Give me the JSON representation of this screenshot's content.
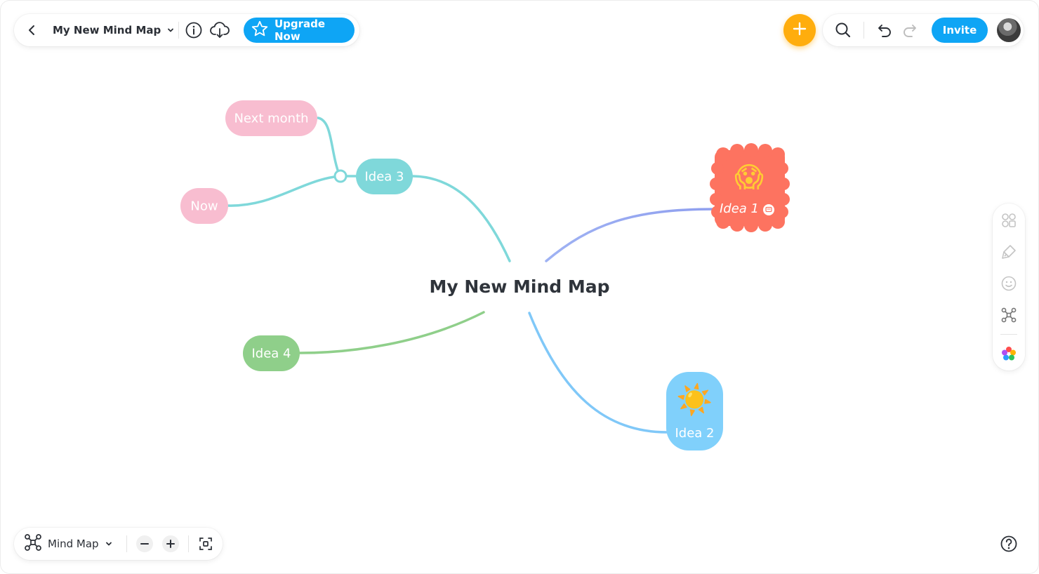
{
  "header": {
    "title": "My New Mind Map",
    "upgrade_label": "Upgrade Now",
    "invite_label": "Invite"
  },
  "colors": {
    "accent": "#0ea5f5",
    "add_button": "#ffad0d",
    "branch_teal": "#7fd8da",
    "branch_blue": "#80c8f8",
    "branch_green": "#8fcf8a",
    "branch_purple": "#9aa5f0",
    "node_pink": "#f8bdd0",
    "node_coral": "#fd7360"
  },
  "mindmap": {
    "central": "My New Mind Map",
    "nodes": {
      "idea1": {
        "label": "Idea 1",
        "emoji": "😱"
      },
      "idea2": {
        "label": "Idea 2",
        "emoji": "☀️"
      },
      "idea3": {
        "label": "Idea 3"
      },
      "idea4": {
        "label": "Idea 4"
      },
      "next_month": {
        "label": "Next month"
      },
      "now": {
        "label": "Now"
      }
    }
  },
  "toolbar": {
    "icons": [
      "back-icon",
      "info-icon",
      "cloud-download-icon",
      "star-icon",
      "plus-icon",
      "search-icon",
      "undo-icon",
      "redo-icon"
    ]
  },
  "side_toolbar": {
    "icons": [
      "layout-icon",
      "style-brush-icon",
      "emoji-icon",
      "structure-icon",
      "color-palette-icon"
    ]
  },
  "footer": {
    "layout_label": "Mind Map",
    "icons": [
      "mindmap-layout-icon",
      "zoom-out-icon",
      "zoom-in-icon",
      "fit-screen-icon",
      "help-icon"
    ]
  }
}
